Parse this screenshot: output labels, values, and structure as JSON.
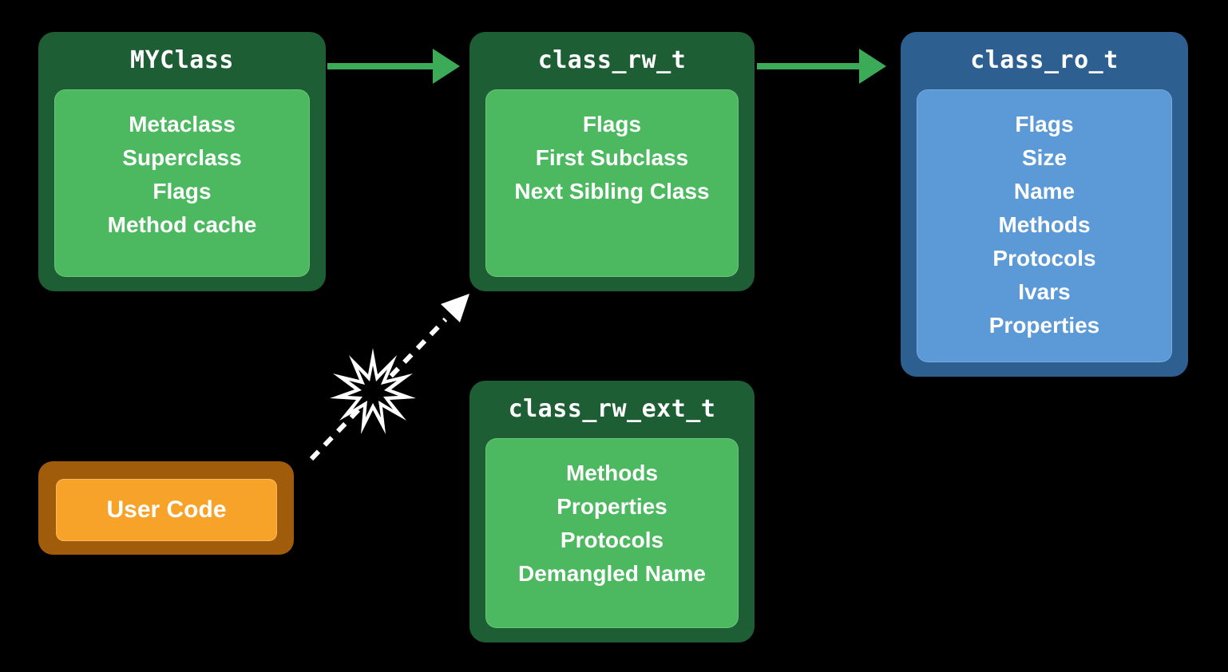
{
  "colors": {
    "background": "#000000",
    "green_outer": "#1e5e34",
    "green_inner": "#4cb85f",
    "blue_outer": "#2d5f90",
    "blue_inner": "#5b9ad6",
    "orange_outer": "#a05c0a",
    "orange_inner": "#f7a32a",
    "arrow_green": "#3bab58",
    "arrow_white": "#ffffff",
    "text": "#ffffff"
  },
  "nodes": {
    "myclass": {
      "title": "MYClass",
      "fields": [
        "Metaclass",
        "Superclass",
        "Flags",
        "Method cache"
      ]
    },
    "class_rw_t": {
      "title": "class_rw_t",
      "fields": [
        "Flags",
        "First Subclass",
        "Next Sibling Class"
      ]
    },
    "class_ro_t": {
      "title": "class_ro_t",
      "fields": [
        "Flags",
        "Size",
        "Name",
        "Methods",
        "Protocols",
        "Ivars",
        "Properties"
      ]
    },
    "class_rw_ext_t": {
      "title": "class_rw_ext_t",
      "fields": [
        "Methods",
        "Properties",
        "Protocols",
        "Demangled Name"
      ]
    },
    "user_code": {
      "label": "User Code"
    }
  },
  "icons": {
    "starburst": "collision-burst-icon",
    "solid_arrow": "green-arrow-icon",
    "dashed_arrow": "white-dashed-arrow-icon"
  }
}
